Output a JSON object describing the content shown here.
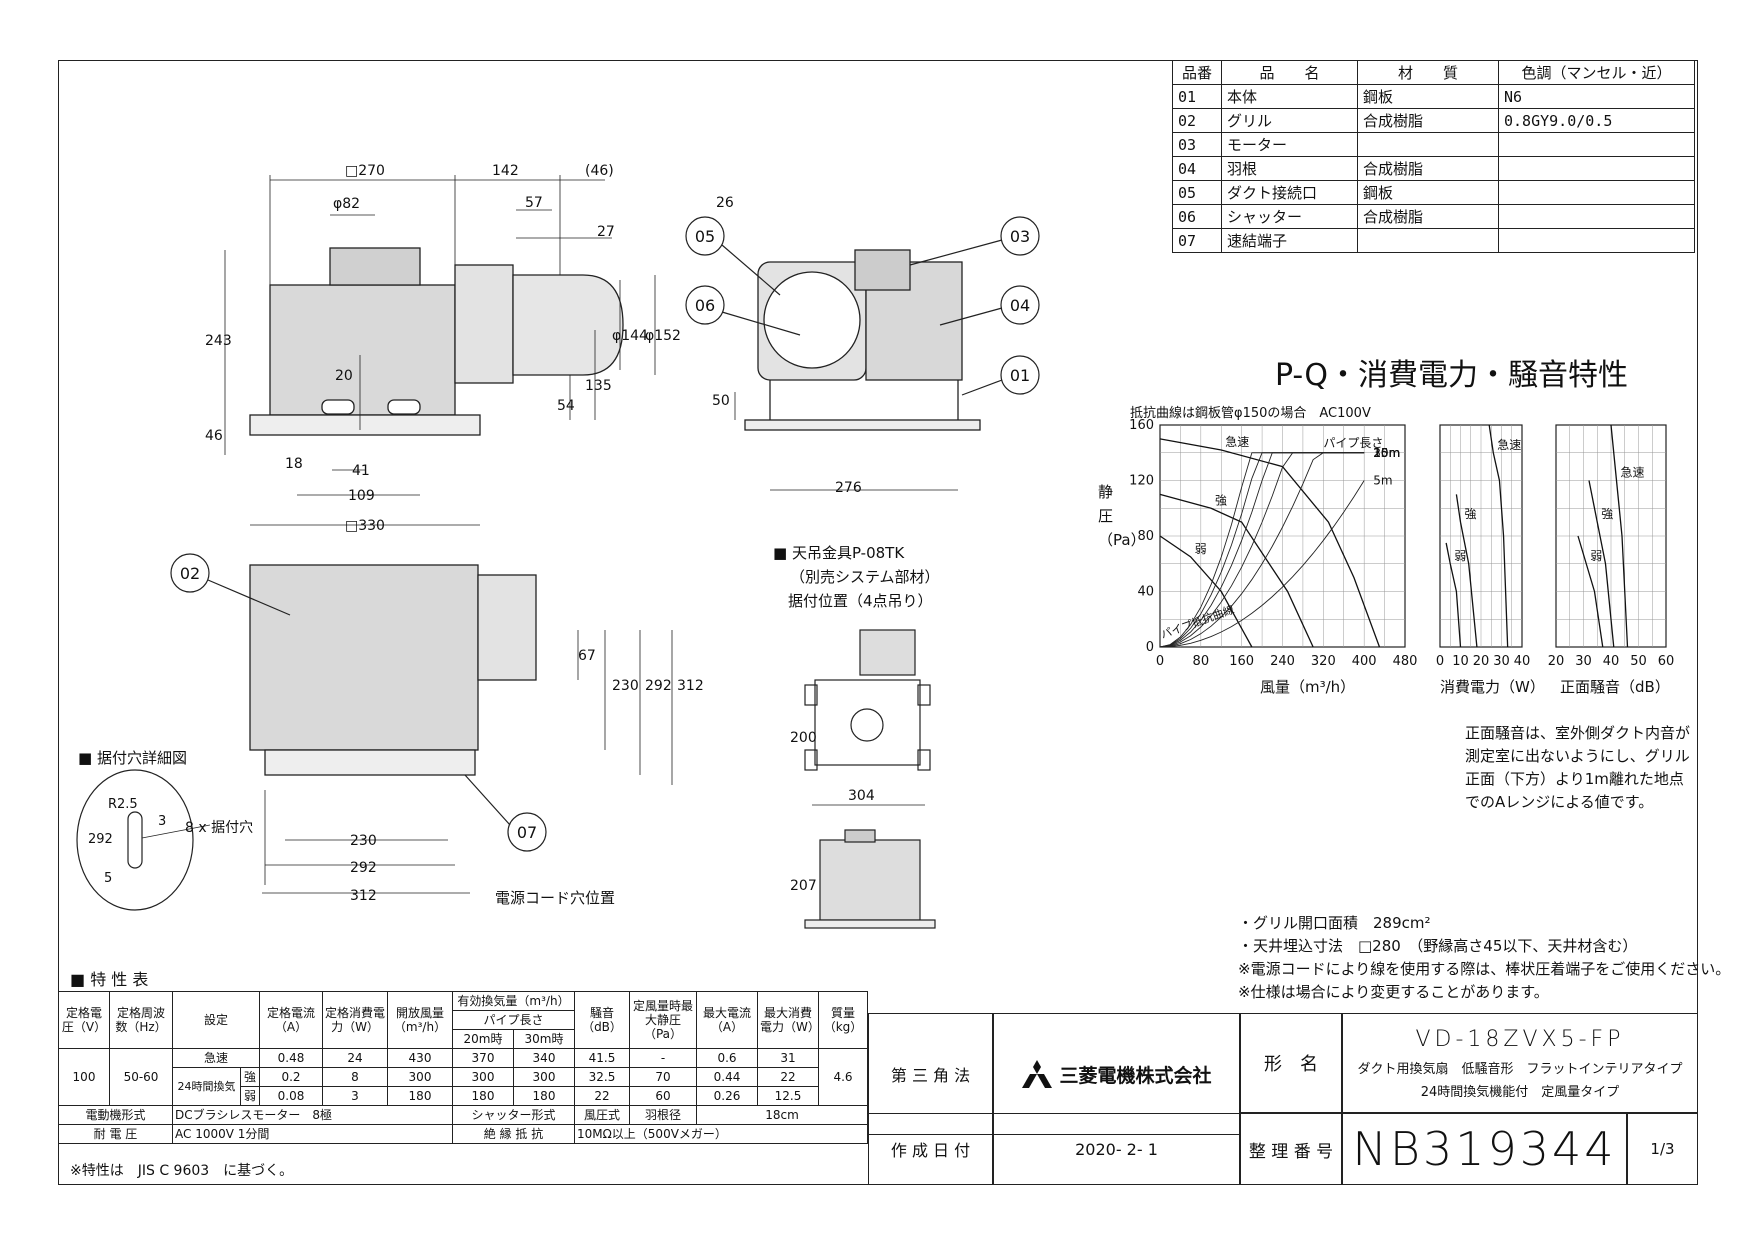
{
  "parts_table": {
    "headers": [
      "品番",
      "品　　名",
      "材　　質",
      "色調（マンセル・近）"
    ],
    "rows": [
      [
        "01",
        "本体",
        "鋼板",
        "N6"
      ],
      [
        "02",
        "グリル",
        "合成樹脂",
        "0.8GY9.0/0.5"
      ],
      [
        "03",
        "モーター",
        "",
        ""
      ],
      [
        "04",
        "羽根",
        "合成樹脂",
        ""
      ],
      [
        "05",
        "ダクト接続口",
        "鋼板",
        ""
      ],
      [
        "06",
        "シャッター",
        "合成樹脂",
        ""
      ],
      [
        "07",
        "速結端子",
        "",
        ""
      ]
    ]
  },
  "drawing": {
    "top_dims": [
      "□270",
      "142",
      "(46)",
      "φ82",
      "57",
      "27",
      "26"
    ],
    "side_dims": [
      "243",
      "46",
      "20",
      "18",
      "41",
      "109",
      "□330",
      "54",
      "135",
      "φ144",
      "φ152",
      "50",
      "276"
    ],
    "front_dims": [
      "67",
      "230",
      "292",
      "312",
      "230",
      "292",
      "312"
    ],
    "callouts": [
      "05",
      "06",
      "03",
      "04",
      "01",
      "02",
      "07"
    ],
    "hole_detail_title": "■ 据付穴詳細図",
    "hole_detail_dims": [
      "292",
      "R2.5",
      "3",
      "5",
      "8 x 据付穴"
    ],
    "power_cord_label": "電源コード穴位置",
    "hanger_title": "■ 天吊金具P-08TK",
    "hanger_lines": [
      "（別売システム部材）",
      "据付位置（4点吊り）"
    ],
    "hanger_dims": [
      "200",
      "304",
      "207"
    ]
  },
  "chart_data": [
    {
      "type": "line",
      "title": "P-Q・消費電力・騒音特性",
      "subtitle": "抵抗曲線は鋼板管φ150の場合　AC100V",
      "xlabel": "風量（m³/h）",
      "ylabel": "静圧（Pa）",
      "xlim": [
        0,
        480
      ],
      "ylim": [
        0,
        160
      ],
      "x_ticks": [
        "0",
        "80",
        "160",
        "240",
        "320",
        "400",
        "480"
      ],
      "y_ticks": [
        "0",
        "40",
        "80",
        "120",
        "160"
      ],
      "series": [
        {
          "name": "急速",
          "x": [
            0,
            120,
            240,
            330,
            380,
            430
          ],
          "y": [
            150,
            142,
            130,
            90,
            50,
            0
          ]
        },
        {
          "name": "強",
          "x": [
            0,
            100,
            160,
            250,
            300
          ],
          "y": [
            110,
            100,
            90,
            40,
            0
          ]
        },
        {
          "name": "弱",
          "x": [
            0,
            60,
            120,
            180
          ],
          "y": [
            80,
            65,
            40,
            0
          ]
        }
      ],
      "pipe_length_label": "パイプ長さ",
      "pipe_lengths": [
        "30m",
        "25m",
        "20m",
        "15m",
        "10m",
        "5m"
      ],
      "resistance_label": "パイプ抵抗曲線",
      "grid": true
    },
    {
      "type": "line",
      "xlabel": "消費電力（W）",
      "xlim": [
        0,
        40
      ],
      "x_ticks": [
        "0",
        "10",
        "20",
        "30",
        "40"
      ],
      "series": [
        {
          "name": "急速",
          "x": [
            24,
            26,
            29,
            31,
            33
          ],
          "y": [
            160,
            140,
            120,
            80,
            0
          ]
        },
        {
          "name": "強",
          "x": [
            8,
            10,
            14,
            18
          ],
          "y": [
            110,
            90,
            60,
            0
          ]
        },
        {
          "name": "弱",
          "x": [
            3,
            5,
            8,
            10
          ],
          "y": [
            75,
            60,
            40,
            0
          ]
        }
      ],
      "grid": true
    },
    {
      "type": "line",
      "xlabel": "正面騒音（dB）",
      "xlim": [
        20,
        60
      ],
      "x_ticks": [
        "20",
        "30",
        "40",
        "50",
        "60"
      ],
      "series": [
        {
          "name": "急速",
          "x": [
            40,
            42,
            44,
            46
          ],
          "y": [
            160,
            120,
            80,
            0
          ]
        },
        {
          "name": "強",
          "x": [
            32,
            35,
            38,
            41
          ],
          "y": [
            120,
            90,
            60,
            0
          ]
        },
        {
          "name": "弱",
          "x": [
            28,
            31,
            34,
            37
          ],
          "y": [
            80,
            60,
            40,
            0
          ]
        }
      ],
      "grid": true
    }
  ],
  "noise_note": [
    "正面騒音は、室外側ダクト内音が",
    "測定室に出ないようにし、グリル",
    "正面（下方）より1m離れた地点",
    "でのAレンジによる値です。"
  ],
  "notes": [
    "・グリル開口面積　289cm²",
    "・天井埋込寸法　□280　（野縁高さ45以下、天井材含む）",
    "※電源コードにより線を使用する際は、棒状圧着端子をご使用ください。",
    "※仕様は場合により変更することがあります。"
  ],
  "spec_table": {
    "title": "■ 特 性 表",
    "headers": {
      "voltage": "定格電圧（V）",
      "freq": "定格周波数（Hz）",
      "setting": "設定",
      "current": "定格電流（A）",
      "power": "定格消費電力（W）",
      "open_flow": "開放風量（m³/h）",
      "effective": "有効換気量（m³/h）",
      "pipe": "パイプ長さ",
      "p20": "20m時",
      "p30": "30m時",
      "noise": "騒音（dB）",
      "static": "定風量時最大静圧（Pa）",
      "max_current": "最大電流（A）",
      "max_power": "最大消費電力（W）",
      "weight": "質量（kg）"
    },
    "voltage": "100",
    "freq": "50-60",
    "weight": "4.6",
    "mode_group": "24時間換気",
    "rows": [
      {
        "mode": "急速",
        "current": "0.48",
        "power": "24",
        "open": "430",
        "p20": "370",
        "p30": "340",
        "noise": "41.5",
        "static": "-",
        "max_current": "0.6",
        "max_power": "31"
      },
      {
        "mode": "強",
        "current": "0.2",
        "power": "8",
        "open": "300",
        "p20": "300",
        "p30": "300",
        "noise": "32.5",
        "static": "70",
        "max_current": "0.44",
        "max_power": "22"
      },
      {
        "mode": "弱",
        "current": "0.08",
        "power": "3",
        "open": "180",
        "p20": "180",
        "p30": "180",
        "noise": "22",
        "static": "60",
        "max_current": "0.26",
        "max_power": "12.5"
      }
    ],
    "motor_label": "電動機形式",
    "motor_value": "DCブラシレスモーター　8極",
    "shutter_label": "シャッター形式",
    "shutter_value": "風圧式",
    "blade_label": "羽根径",
    "blade_value": "18cm",
    "withstand_label": "耐 電 圧",
    "withstand_value": "AC 1000V 1分間",
    "insulation_label": "絶 縁 抵 抗",
    "insulation_value": "10MΩ以上（500Vメガー）",
    "footnote": "※特性は　JIS C 9603　に基づく。"
  },
  "title_block": {
    "projection": "第 三 角 法",
    "company": "三菱電機株式会社",
    "model_label": "形　名",
    "model": "VD-18ZVX5-FP",
    "desc1": "ダクト用換気扇　低騒音形　フラットインテリアタイプ",
    "desc2": "24時間換気機能付　定風量タイプ",
    "date_label": "作 成 日 付",
    "date": "2020- 2- 1",
    "number_label": "整 理 番 号",
    "number": "NB319344",
    "page": "1/3"
  }
}
